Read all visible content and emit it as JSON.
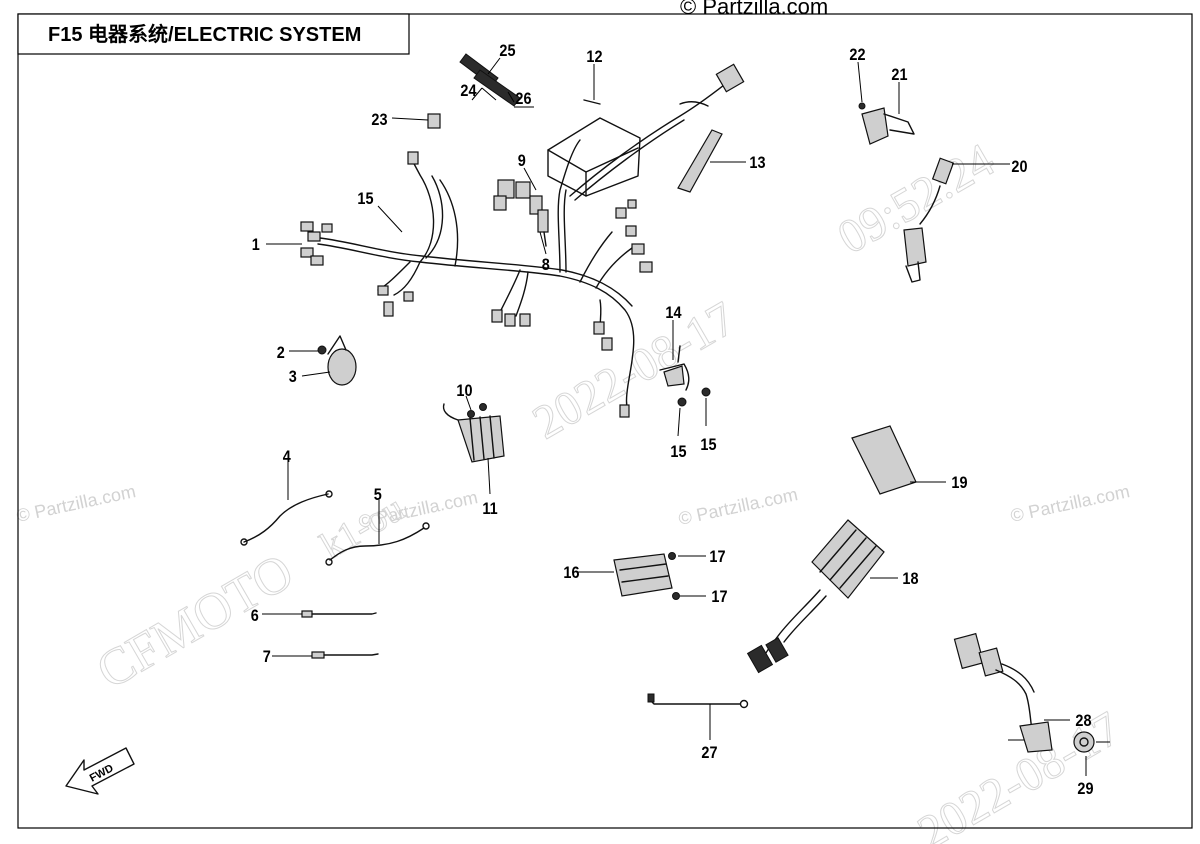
{
  "title": "F15 电器系统/ELECTRIC SYSTEM",
  "copyright_mark": "© Partzilla.com",
  "watermarks": {
    "partzilla": "© Partzilla.com",
    "brand": "CFMOTO",
    "date_stamp": "2022-08-17",
    "time_stamp": "09:52:24",
    "dealer_stamp": "k1-ou"
  },
  "fwd_label": "FWD",
  "callouts": [
    {
      "id": "c1",
      "label": "1"
    },
    {
      "id": "c2",
      "label": "2"
    },
    {
      "id": "c3",
      "label": "3"
    },
    {
      "id": "c4",
      "label": "4"
    },
    {
      "id": "c5",
      "label": "5"
    },
    {
      "id": "c6",
      "label": "6"
    },
    {
      "id": "c7",
      "label": "7"
    },
    {
      "id": "c8",
      "label": "8"
    },
    {
      "id": "c9",
      "label": "9"
    },
    {
      "id": "c10",
      "label": "10"
    },
    {
      "id": "c11",
      "label": "11"
    },
    {
      "id": "c12",
      "label": "12"
    },
    {
      "id": "c13",
      "label": "13"
    },
    {
      "id": "c14",
      "label": "14"
    },
    {
      "id": "c15a",
      "label": "15"
    },
    {
      "id": "c15b",
      "label": "15"
    },
    {
      "id": "c15c",
      "label": "15"
    },
    {
      "id": "c16",
      "label": "16"
    },
    {
      "id": "c17a",
      "label": "17"
    },
    {
      "id": "c17b",
      "label": "17"
    },
    {
      "id": "c18",
      "label": "18"
    },
    {
      "id": "c19",
      "label": "19"
    },
    {
      "id": "c20",
      "label": "20"
    },
    {
      "id": "c21",
      "label": "21"
    },
    {
      "id": "c22",
      "label": "22"
    },
    {
      "id": "c23",
      "label": "23"
    },
    {
      "id": "c24",
      "label": "24"
    },
    {
      "id": "c25",
      "label": "25"
    },
    {
      "id": "c26",
      "label": "26"
    },
    {
      "id": "c27",
      "label": "27"
    },
    {
      "id": "c28",
      "label": "28"
    },
    {
      "id": "c29",
      "label": "29"
    }
  ]
}
